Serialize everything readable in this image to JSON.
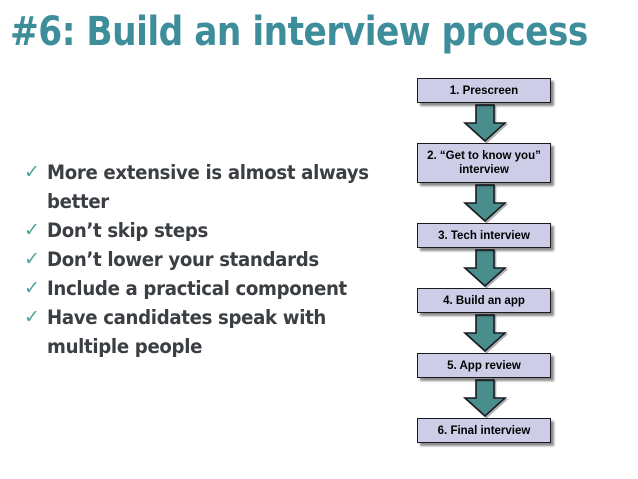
{
  "slide": {
    "title": "#6: Build an interview process",
    "title_color": "#3e8d9b",
    "background_color": "#ffffff"
  },
  "bullets": {
    "check_glyph": "✓",
    "check_color": "#4fa39d",
    "text_color": "#3b3f43",
    "items": [
      {
        "text": "More extensive is almost always better"
      },
      {
        "text": "Don’t skip steps"
      },
      {
        "text": "Don’t lower your standards"
      },
      {
        "text": "Include a practical component"
      },
      {
        "text": "Have candidates speak with multiple people"
      }
    ]
  },
  "flowchart": {
    "box_fill": "#cdcde8",
    "box_border": "#19191f",
    "box_text_color": "#000000",
    "arrow_fill": "#4a8d8d",
    "arrow_border": "#1a1a20",
    "steps": [
      {
        "label": "1. Prescreen",
        "lines": 1
      },
      {
        "label": "2. “Get to know you” interview",
        "lines": 2
      },
      {
        "label": "3. Tech interview",
        "lines": 1
      },
      {
        "label": "4. Build an app",
        "lines": 1
      },
      {
        "label": "5. App review",
        "lines": 1
      },
      {
        "label": "6. Final interview",
        "lines": 1
      }
    ],
    "arrow_count": 5
  }
}
